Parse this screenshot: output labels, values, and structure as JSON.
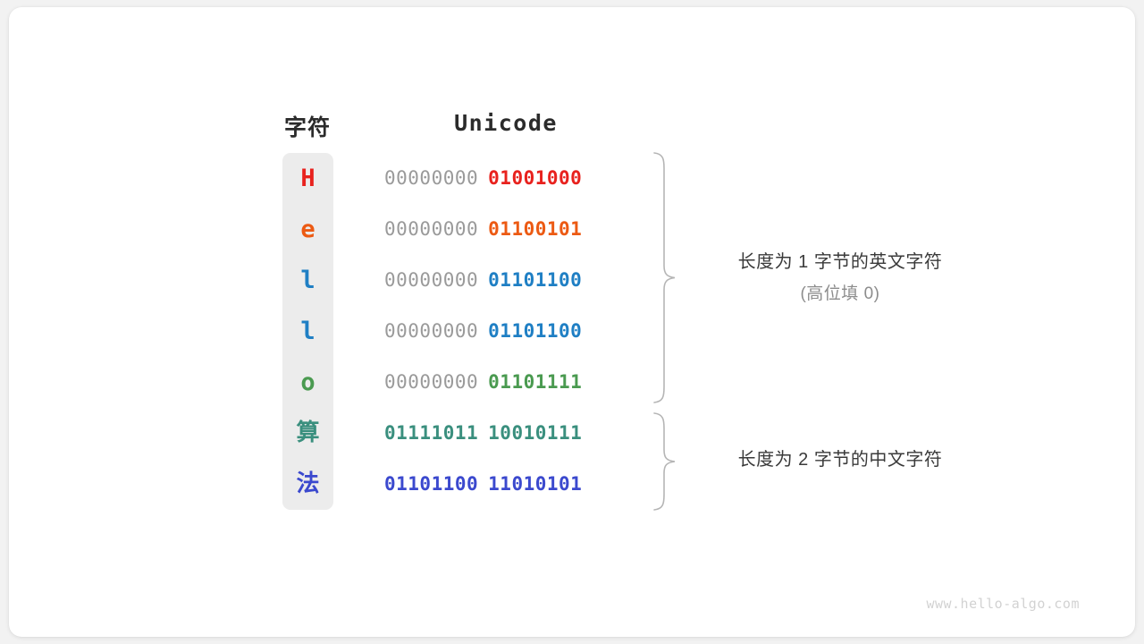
{
  "headers": {
    "char": "字符",
    "unicode": "Unicode"
  },
  "colors": {
    "red": "#e8221e",
    "orange": "#ec5a13",
    "blue": "#1f7fc4",
    "green": "#4a9a50",
    "teal": "#3a8f7e",
    "royal": "#3b49ce",
    "gray_zero": "#9a9a9a",
    "column_bg": "#ececec",
    "brace": "#b5b5b5",
    "card_bg": "#ffffff",
    "page_bg": "#f2f2f2"
  },
  "rows": [
    {
      "char": "H",
      "color": "#e8221e",
      "high_byte": "00000000",
      "low_byte": "01001000",
      "high_bold": false,
      "cjk": false
    },
    {
      "char": "e",
      "color": "#ec5a13",
      "high_byte": "00000000",
      "low_byte": "01100101",
      "high_bold": false,
      "cjk": false
    },
    {
      "char": "l",
      "color": "#1f7fc4",
      "high_byte": "00000000",
      "low_byte": "01101100",
      "high_bold": false,
      "cjk": false
    },
    {
      "char": "l",
      "color": "#1f7fc4",
      "high_byte": "00000000",
      "low_byte": "01101100",
      "high_bold": false,
      "cjk": false
    },
    {
      "char": "o",
      "color": "#4a9a50",
      "high_byte": "00000000",
      "low_byte": "01101111",
      "high_bold": false,
      "cjk": false
    },
    {
      "char": "算",
      "color": "#3a8f7e",
      "high_byte": "01111011",
      "low_byte": "10010111",
      "high_bold": true,
      "cjk": true
    },
    {
      "char": "法",
      "color": "#3b49ce",
      "high_byte": "01101100",
      "low_byte": "11010101",
      "high_bold": true,
      "cjk": true
    }
  ],
  "annotations": {
    "ascii": {
      "main": "长度为 1 字节的英文字符",
      "sub": "(高位填 0)"
    },
    "cjk": {
      "main": "长度为 2 字节的中文字符"
    }
  },
  "watermark": "www.hello-algo.com"
}
